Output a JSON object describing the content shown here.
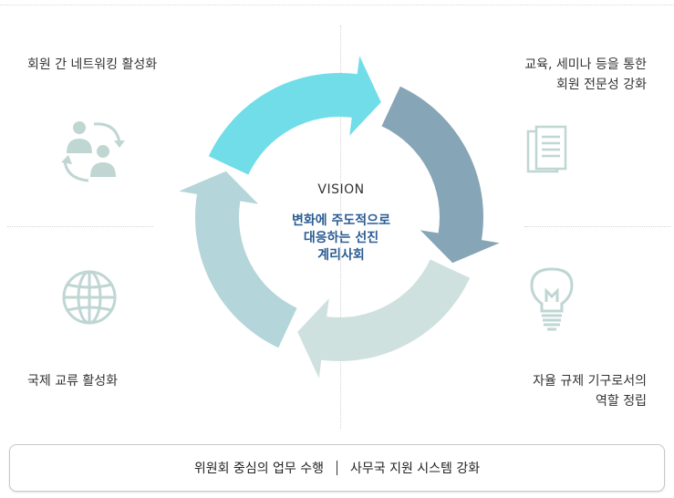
{
  "vision": {
    "title": "VISION",
    "lines": [
      "변화에 주도적으로",
      "대응하는 선진",
      "계리사회"
    ]
  },
  "quadrants": {
    "top_left": {
      "lines": [
        "회원 간 네트워킹 활성화"
      ],
      "icon": "people-network-icon"
    },
    "top_right": {
      "lines": [
        "교육, 세미나 등을 통한",
        "회원 전문성 강화"
      ],
      "icon": "document-icon"
    },
    "bottom_left": {
      "lines": [
        "국제 교류 활성화"
      ],
      "icon": "globe-icon"
    },
    "bottom_right": {
      "lines": [
        "자율 규제 기구로서의",
        "역할 정립"
      ],
      "icon": "lightbulb-icon"
    }
  },
  "bottom_bar": {
    "left_text": "위원회 중심의 업무 수행",
    "right_text": "사무국 지원 시스템 강화"
  },
  "colors": {
    "arrow_top_left": "#b4d5d9",
    "arrow_top_right": "#70dde8",
    "arrow_bottom_right": "#86a5b7",
    "arrow_bottom_left": "#cfe1df",
    "icon_color": "#bfd6d3",
    "vision_text": "#2a5c93"
  }
}
